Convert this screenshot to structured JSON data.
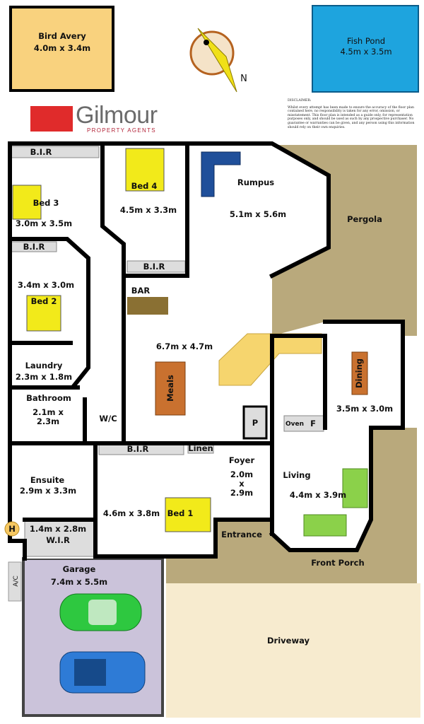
{
  "outbuildings": {
    "bird_avery": {
      "name": "Bird Avery",
      "size": "4.0m x 3.4m"
    },
    "fish_pond": {
      "name": "Fish Pond",
      "size": "4.5m x 3.5m"
    }
  },
  "compass": {
    "label": "N",
    "icon": "compass-icon"
  },
  "logo": {
    "name": "Gilmour",
    "tagline": "PROPERTY AGENTS"
  },
  "disclaimer": {
    "title": "DISCLAIMER:",
    "text": "Whilst every attempt has been made to ensure the accuracy of the floor plan contained here, no responsibility is taken for any error, omission, or misstatement. This floor plan is intended as a guide only, for representation purposes only, and should be used as such by any prospective purchaser. No guarantee or warranties can be given, and any person using this information should rely on their own enquiries."
  },
  "rooms": {
    "bir_top": "B.I.R",
    "bed4": {
      "name": "Bed 4",
      "size": "4.5m x 3.3m"
    },
    "bed3": {
      "name": "Bed 3",
      "size": "3.0m x 3.5m"
    },
    "rumpus": {
      "name": "Rumpus",
      "size": "5.1m x 5.6m"
    },
    "pergola": "Pergola",
    "bir_bed2": "B.I.R",
    "bir_bed4": "B.I.R",
    "bed2": {
      "name": "Bed 2",
      "size": "3.4m x 3.0m"
    },
    "bar": "BAR",
    "family": {
      "size": "6.7m x 4.7m"
    },
    "laundry": {
      "name": "Laundry",
      "size": "2.3m x 1.8m"
    },
    "dining": {
      "name": "Dining",
      "size": "3.5m x 3.0m"
    },
    "meals": "Meals",
    "bathroom": {
      "name": "Bathroom",
      "size_line1": "2.1m x",
      "size_line2": "2.3m"
    },
    "wc": "W/C",
    "pantry": "P",
    "oven": "Oven",
    "fridge": "F",
    "bir_bed1": "B.I.R",
    "linen": "Linen",
    "foyer": {
      "name": "Foyer",
      "line1": "2.0m",
      "line2": "x",
      "line3": "2.9m"
    },
    "ensuite": {
      "name": "Ensuite",
      "size": "2.9m x 3.3m"
    },
    "living": {
      "name": "Living",
      "size": "4.4m x 3.9m"
    },
    "bed1": {
      "name": "Bed 1",
      "size": "4.6m x 3.8m"
    },
    "wir": {
      "name": "W.I.R",
      "size": "1.4m x 2.8m"
    },
    "entrance": "Entrance",
    "front_porch": "Front Porch",
    "ac": "A/C",
    "hot_water": "H",
    "garage": {
      "name": "Garage",
      "size": "7.4m x 5.5m"
    },
    "driveway": "Driveway"
  },
  "colors": {
    "bird_avery": "#f9d27e",
    "pond": "#1ea4de",
    "pergola": "#b9a97c",
    "garage": "#cbc3da",
    "driveway": "#f7ebcf",
    "bed": "#f2ea1a",
    "table": "#c9712f",
    "bench": "#f6d56e",
    "brand_red": "#e02b2b"
  }
}
